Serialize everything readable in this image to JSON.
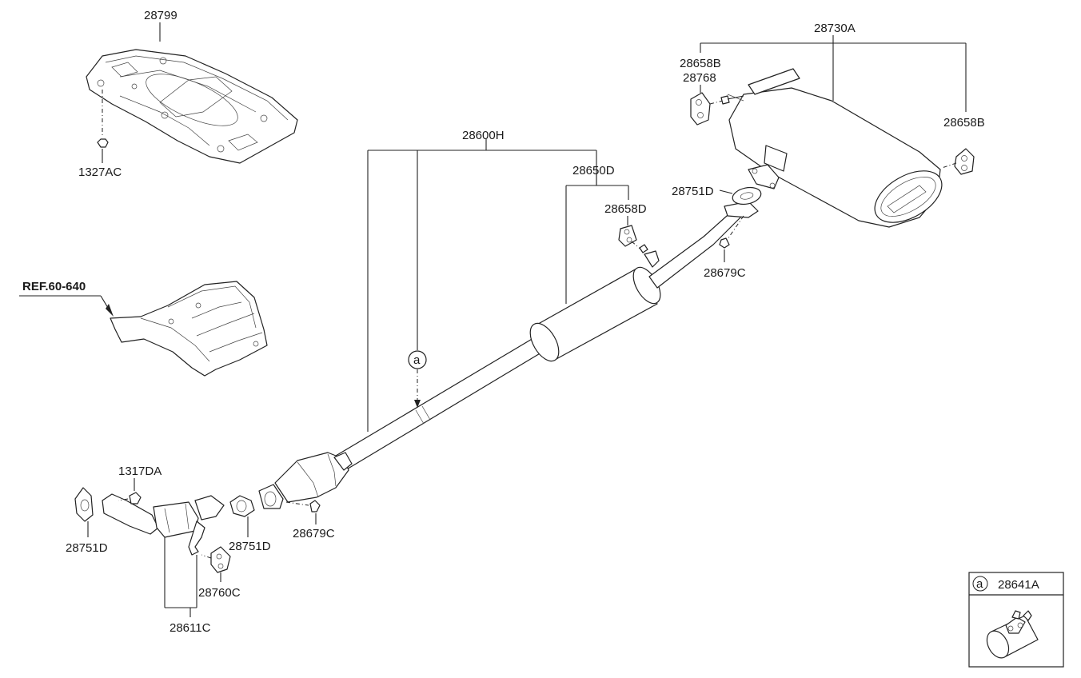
{
  "labels": {
    "p28799": "28799",
    "p1327AC": "1327AC",
    "ref": "REF.60-640",
    "p28600H": "28600H",
    "p28650D": "28650D",
    "p28658D": "28658D",
    "p28730A": "28730A",
    "p28658B_top": "28658B",
    "p28768": "28768",
    "p28658B_right": "28658B",
    "p28751D_top": "28751D",
    "p28679C_top": "28679C",
    "p1317DA": "1317DA",
    "p28751D_left": "28751D",
    "p28751D_mid": "28751D",
    "p28760C": "28760C",
    "p28611C": "28611C",
    "p28679C_bottom": "28679C",
    "callout_a": "a"
  },
  "inset": {
    "marker": "a",
    "part_number": "28641A"
  }
}
